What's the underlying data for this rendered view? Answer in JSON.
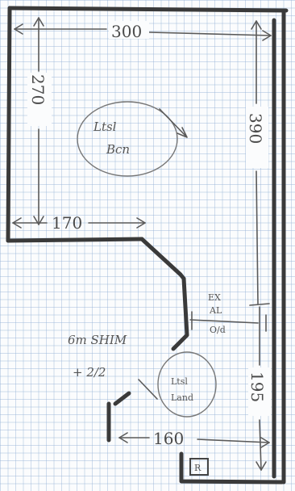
{
  "dimensions": {
    "top_width": "300",
    "left_height": "270",
    "right_height": "390",
    "mid_width": "170",
    "lower_right_height": "195",
    "bottom_width": "160"
  },
  "rooms": {
    "upper": [
      "Ltsl",
      "Bcn"
    ],
    "lower": [
      "Ltsl",
      "Land"
    ]
  },
  "notes": {
    "shim_line1": "6m SHIM",
    "shim_line2": "+ 2/2",
    "ex_line1": "EX",
    "ex_line2": "AL",
    "ex_line3": "O/d"
  },
  "marker": "R"
}
